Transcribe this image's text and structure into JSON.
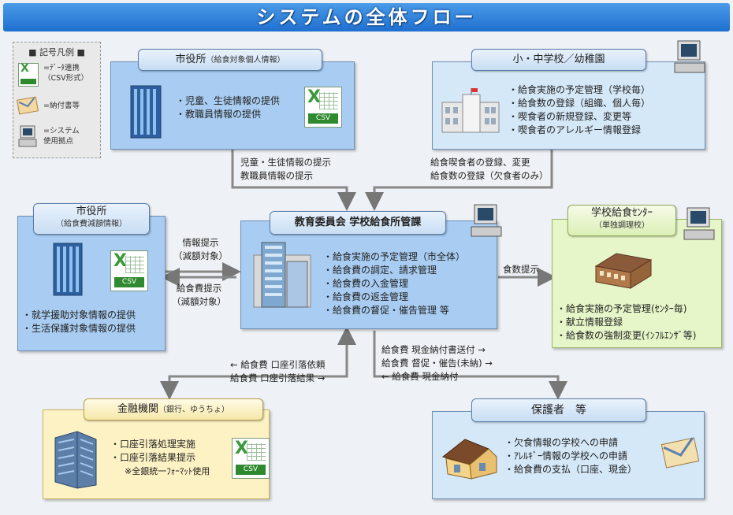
{
  "title": "システムの全体フロー",
  "legend": {
    "title": "■ 記号凡例 ■",
    "items": [
      {
        "icon": "csv-icon",
        "label1": "=ﾃﾞｰﾀ連携",
        "label2": "（CSV形式）"
      },
      {
        "icon": "envelope-icon",
        "label1": "=納付書等",
        "label2": ""
      },
      {
        "icon": "computer-icon",
        "label1": "=システム",
        "label2": "使用拠点"
      }
    ]
  },
  "city_hall_top": {
    "name": "市役所",
    "sub": "（給食対象個人情報）",
    "items": [
      "児童、生徒情報の提供",
      "教職員情報の提供"
    ]
  },
  "schools": {
    "name": "小・中学校／幼稚園",
    "items": [
      "給食実施の予定管理（学校毎）",
      "給食数の登録（組織、個人毎）",
      "喫食者の新規登録、変更等",
      "喫食者のアレルギー情報登録"
    ]
  },
  "city_hall_left": {
    "name": "市役所",
    "sub": "（給食費減額情報）",
    "items": [
      "就学援助対象情報の提供",
      "生活保護対象情報の提供"
    ]
  },
  "center": {
    "name": "教育委員会 学校給食所管課",
    "items": [
      "給食実施の予定管理（市全体）",
      "給食費の調定、請求管理",
      "給食費の入金管理",
      "給食費の返金管理",
      "給食費の督促・催告管理 等"
    ]
  },
  "kitchen": {
    "name": "学校給食ｾﾝﾀｰ",
    "sub": "（単独調理校）",
    "items": [
      "給食実施の予定管理(ｾﾝﾀｰ毎)",
      "献立情報登録",
      "給食数の強制変更(ｲﾝﾌﾙｴﾝｻﾞ等)"
    ]
  },
  "bank": {
    "name": "金融機関",
    "sub": "（銀行、ゆうちょ）",
    "items": [
      "口座引落処理実施",
      "口座引落結果提示"
    ],
    "note": "※全銀統一ﾌｫｰﾏｯﾄ使用"
  },
  "guardians": {
    "name": "保護者　等",
    "items": [
      "欠食情報の学校への申請",
      "ｱﾚﾙｷﾞｰ情報の学校への申請",
      "給食費の支払（口座、現金）"
    ]
  },
  "flows": {
    "top_left_1": "児童・生徒情報の提示",
    "top_left_2": "教職員情報の提示",
    "top_right_1": "給食喫食者の登録、変更",
    "top_right_2": "給食数の登録（欠食者のみ）",
    "left_1a": "情報提示",
    "left_1b": "（減額対象）",
    "left_2a": "給食費提示",
    "left_2b": "（減額対象）",
    "right": "食数提示",
    "bank_1": "← 給食費 口座引落依頼",
    "bank_2": "給食費 口座引落結果 →",
    "guard_1": "給食費 現金納付書送付 →",
    "guard_2": "給食費 督促・催告(未納) →",
    "guard_3": "← 給食費 現金納付"
  },
  "csv_tag": "CSV",
  "colors": {
    "title_bg": "#2f80d8",
    "box_blue": "#a9cdf2",
    "box_light": "#d5e8f8",
    "box_green": "#e6f6c8",
    "box_yellow": "#fdf2c4",
    "arrow": "#777777"
  }
}
